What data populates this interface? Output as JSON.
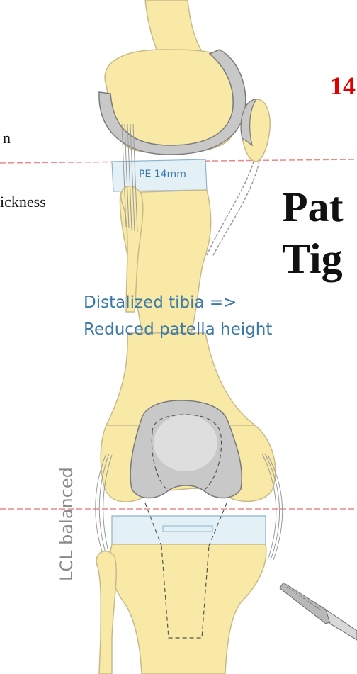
{
  "left_text": {
    "line1": "n",
    "line2": "ickness"
  },
  "right_text": {
    "number": "14",
    "title_line1": "Pat",
    "title_line2": "Tig"
  },
  "annotations": {
    "pe_label": "PE 14mm",
    "distalized_line1": "Distalized tibia =>",
    "distalized_line2": "Reduced patella height",
    "lcl_label": "LCL balanced"
  },
  "colors": {
    "bone": "#f9e9a6",
    "bone_outline": "#c9b98a",
    "implant": "#c8c8c8",
    "implant_outline": "#7a7a7a",
    "spacer": "#e3f0f6",
    "spacer_outline": "#8cb4cc",
    "guide_line": "#e88a8a",
    "accent_red": "#e00000",
    "accent_blue": "#3a78a8"
  }
}
